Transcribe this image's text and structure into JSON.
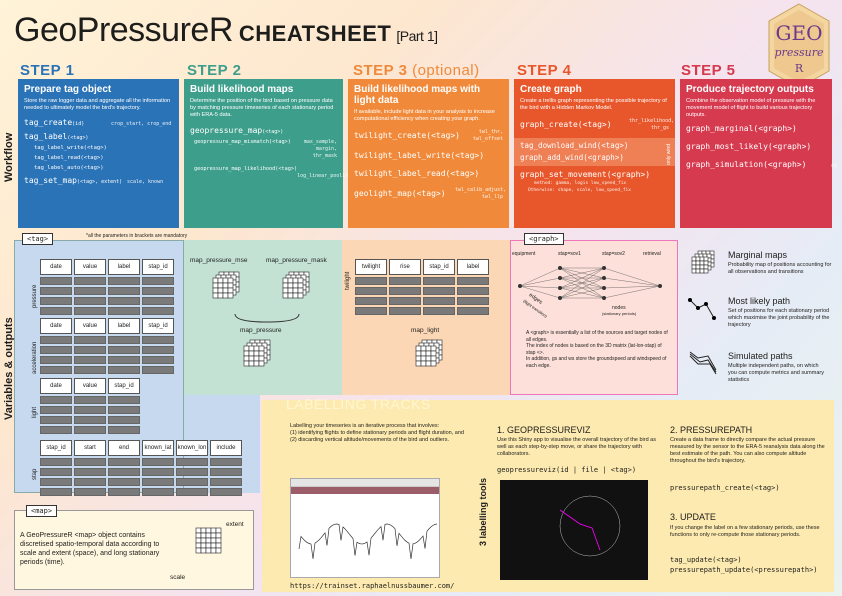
{
  "header": {
    "title": "GeoPressureR",
    "subtitle": "CHEATSHEET",
    "part": "[Part 1]",
    "logo": {
      "line1": "GEO",
      "line2": "pressure",
      "line3": "R"
    }
  },
  "side_labels": {
    "workflow": "Workflow",
    "variables": "Variables & outputs",
    "labelling_tools": "3 labelling tools"
  },
  "steps": [
    {
      "label": "STEP 1",
      "color": "#2a73b7",
      "title": "Prepare tag object",
      "desc": "Store the raw logger data and aggregate all the information needed to ultimately model the bird's trajectory.",
      "f1": "tag_create",
      "f1a": "(id)",
      "f1b": "crop_start, crop_end",
      "f2": "tag_label",
      "f2a": "(<tag>)",
      "s1": "tag_label_write(<tag>)",
      "s2": "tag_label_read(<tag>)",
      "s3": "tag_label_auto(<tag>)",
      "f3": "tag_set_map",
      "f3a": "(<tag>, extent)",
      "f3b": "scale, known"
    },
    {
      "label": "STEP 2",
      "color": "#3d9e8b",
      "title": "Build likelihood maps",
      "desc": "Determine the position of the bird based on pressure data by matching pressure timeseries of each stationary period with ERA-5 data.",
      "f1": "geopressure_map",
      "f1a": "(<tag>)",
      "f2": "geopressure_map_mismatch(<tag>)",
      "f2b": "max_sample, margin, thr_mask",
      "f3": "geopressure_map_likelihood(<tag>)",
      "f3b": "sd, log_linear_pooling_weight"
    },
    {
      "label": "STEP 3",
      "opt": "(optional)",
      "color": "#f08a3a",
      "title": "Build likelihood maps with light data",
      "desc": "If available, include light data in your analysis to increase computational efficiency when creating your graph.",
      "f1": "twilight_create(<tag>)",
      "f1b": "twl_thr, twl_offset",
      "f2": "twilight_label_write(<tag>)",
      "f3": "twilight_label_read(<tag>)",
      "f4": "geolight_map(<tag>)",
      "f4b": "twl_calib_adjust, twl_llp"
    },
    {
      "label": "STEP 4",
      "color": "#e8572b",
      "title": "Create graph",
      "desc": "Create a trellis graph representing the possible trajectory of the bird with a Hidden Markov Model.",
      "f1": "graph_create(<tag>)",
      "f1b": "thr_likelihood, thr_gs",
      "f2": "tag_download_wind(<tag>)",
      "f3": "graph_add_wind(<graph>)",
      "side": "only wind",
      "f4": "graph_set_movement(<graph>)",
      "f4b": "method: gamma, logis  low_speed_fix",
      "f4c": "Otherwise: shape, scale, low_speed_fix"
    },
    {
      "label": "STEP 5",
      "color": "#d63a4f",
      "title": "Produce trajectory outputs",
      "desc": "Combine the observation model of pressure with the movement model of flight to build various trajectory outputs.",
      "f1": "graph_marginal(<graph>)",
      "f2": "graph_most_likely(<graph>)",
      "f3": "graph_simulation(<graph>)",
      "f3b": "nj"
    }
  ],
  "tag_section": {
    "tag_label": "<tag>",
    "note": "*all the parameters in brackets are mandatory",
    "pressure": {
      "rowlabel": "pressure",
      "cols": [
        "date",
        "value",
        "label",
        "stap_id"
      ]
    },
    "acceleration": {
      "rowlabel": "acceleration",
      "cols": [
        "date",
        "value",
        "label",
        "stap_id"
      ]
    },
    "light": {
      "rowlabel": "light",
      "cols": [
        "date",
        "value",
        "stap_id"
      ]
    },
    "stap": {
      "rowlabel": "stap",
      "cols": [
        "stap_id",
        "start",
        "end",
        "known_lat",
        "known_lon",
        "include"
      ]
    },
    "map_pressure_mse": "map_pressure_mse",
    "map_pressure_mask": "map_pressure_mask",
    "map_pressure": "map_pressure",
    "twilight": {
      "rowlabel": "twilight",
      "cols": [
        "twilight",
        "rise",
        "stap_id",
        "label"
      ]
    },
    "map_light": "map_light"
  },
  "graph_section": {
    "tag_label": "<graph>",
    "nodes": [
      "equipment",
      "stap=sov1",
      "stap=sov2",
      "retrieval"
    ],
    "edge_label": "edges",
    "edge_sub": "(flight transition)",
    "node_label": "nodes",
    "node_sub": "(stationary periods)",
    "desc1": "A <graph> is essentially a list of the sources and target nodes of all edges.",
    "desc2": "The index of nodes is based on the 3D matrix (lat-lon-stap) of stap <>.",
    "desc3": "In addition, gs and ws store the groundspeed and windspeed of each edge."
  },
  "outputs": [
    {
      "title": "Marginal maps",
      "desc": "Probability map of positions accounting for all observations and transitions"
    },
    {
      "title": "Most likely path",
      "desc": "Set of positions for each stationary period which maximise the joint probability of the trajectory"
    },
    {
      "title": "Simulated paths",
      "desc": "Multiple independent paths, on which you can compute metrics and summary statistics"
    }
  ],
  "map_section": {
    "tag_label": "<map>",
    "desc": "A GeoPressureR <map> object contains discretised spatio-temporal data according to scale and extent (space), and long stationary periods (time).",
    "extent": "extent",
    "scale": "scale"
  },
  "labelling": {
    "title": "LABELLING TRACKS",
    "intro": "Labelling your timeseries is an iterative process that involves:",
    "item1": "(1) identifying flights to define stationary periods and flight duration, and",
    "item2": "(2) discarding vertical altitude/movements of the bird and outliers.",
    "url": "https://trainset.raphaelnussbaumer.com/",
    "tool1": {
      "title": "1. GEOPRESSUREVIZ",
      "desc": "Use this Shiny app to visualise the overall trajectory of the bird as well as each step-by-step move, or share the trajectory with collaborators.",
      "fn": "geopressureviz(id | file | <tag>)"
    },
    "tool2": {
      "title": "2. PRESSUREPATH",
      "desc": "Create a data frame to directly compare the actual pressure measured by the sensor to the ERA-5 reanalysis data along the best estimate of the path. You can also compute altitude throughout the bird's trajectory.",
      "fn": "pressurepath_create(<tag>)"
    },
    "tool3": {
      "title": "3. UPDATE",
      "desc": "If you change the label on a few stationary periods, use these functions to only re-compute those stationary periods.",
      "fn1": "tag_update(<tag>)",
      "fn2": "pressurepath_update(<pressurepath>)"
    }
  }
}
